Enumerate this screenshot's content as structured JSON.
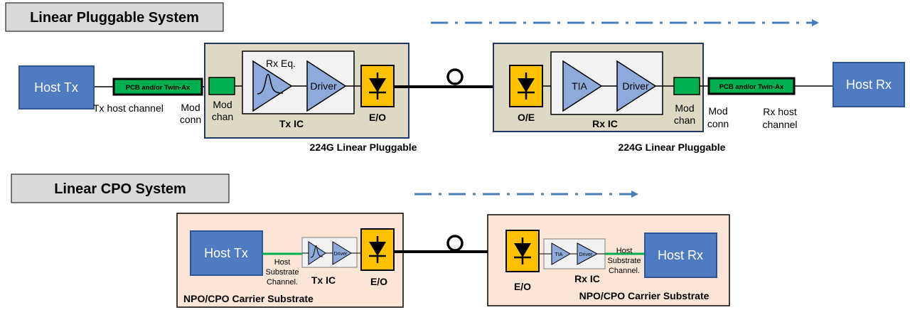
{
  "top": {
    "title": "Linear Pluggable System",
    "host_tx": "Host Tx",
    "host_rx": "Host Rx",
    "pcb_left": "PCB and/or Twin-Ax",
    "pcb_right": "PCB and/or Twin-Ax",
    "tx_host_channel": "Tx host channel",
    "mod_conn_left": [
      "Mod",
      "conn"
    ],
    "mod_chan_left": [
      "Mod",
      "chan"
    ],
    "rx_eq": "Rx Eq.",
    "driver_tx": "Driver",
    "tx_ic": "Tx IC",
    "eo": "E/O",
    "pluggable_left": "224G Linear Pluggable",
    "oe": "O/E",
    "tia": "TIA",
    "driver_rx": "Driver",
    "rx_ic": "Rx IC",
    "mod_chan_right": [
      "Mod",
      "chan"
    ],
    "mod_conn_right": [
      "Mod",
      "conn"
    ],
    "rx_host_channel": [
      "Rx host",
      "channel"
    ],
    "pluggable_right": "224G Linear Pluggable"
  },
  "bottom": {
    "title": "Linear CPO System",
    "host_tx": "Host Tx",
    "host_rx": "Host Rx",
    "host_substrate_left": [
      "Host",
      "Substrate",
      "Channel."
    ],
    "driver_tx": "Driver",
    "tx_ic": "Tx IC",
    "eo_left": "E/O",
    "carrier_left": "NPO/CPO Carrier Substrate",
    "eo_right": "E/O",
    "tia": "TIA",
    "driver_rx": "Driver",
    "rx_ic": "Rx IC",
    "host_substrate_right": [
      "Host",
      "Substrate",
      "Channel."
    ],
    "carrier_right": "NPO/CPO Carrier Substrate"
  },
  "colors": {
    "host_blue": "#4f7bc0",
    "host_blue_border": "#2f5597",
    "pcb_green": "#00b050",
    "module_tan": "#ddd9c4",
    "carrier_peach": "#fbe5d6",
    "photodiode_orange": "#ffc000",
    "amp_blue": "#8eaadb",
    "ic_gray": "#f2f2f2",
    "title_gray": "#d9d9d9",
    "arrow_blue": "#4a7ebb"
  }
}
